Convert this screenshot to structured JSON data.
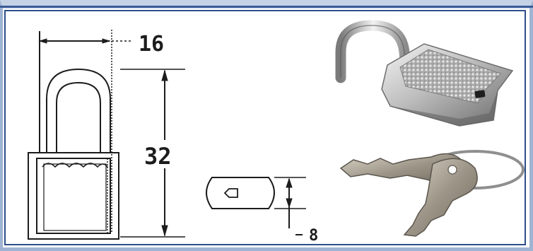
{
  "drawing": {
    "dimension_width": "16",
    "dimension_height": "32",
    "dimension_keyhole": "8"
  },
  "photos": {
    "padlock_photo": "padlock-photo",
    "keys_photo": "keys-photo"
  },
  "colors": {
    "frame_light": "#c5d2e6",
    "frame_dark": "#2d4e8a",
    "line": "#1c1c1c",
    "metal_light": "#e6e6e6",
    "metal_dark": "#6c6c6c"
  }
}
